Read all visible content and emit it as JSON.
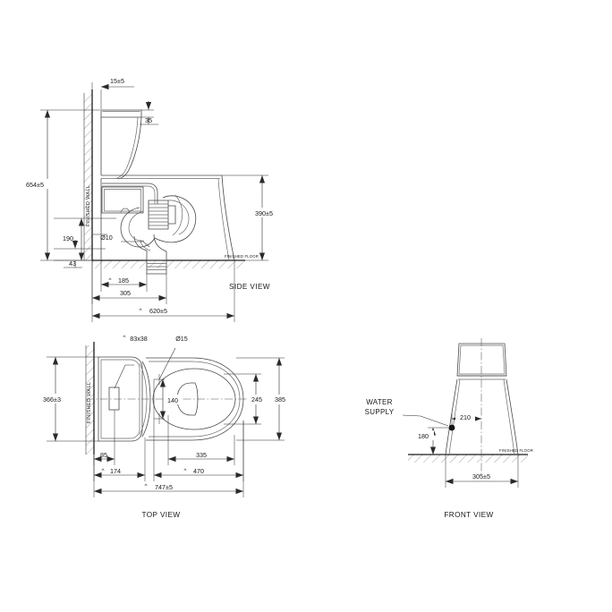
{
  "document": {
    "type": "technical-drawing",
    "subject": "one-piece toilet installation dimension drawing",
    "units": "mm"
  },
  "views": {
    "side": {
      "title": "SIDE VIEW",
      "wall_label": "FINISHED WALL",
      "floor_label": "FINISHED FLOOR",
      "dimensions": {
        "wall_to_tank_front": "15±5",
        "tank_lid_offset": "35",
        "total_height": "654±5",
        "seat_height": "390±5",
        "supply_height": "190",
        "floor_offset": "43",
        "hole_dia": "Ø10",
        "outlet_to_wall": "185",
        "trap_to_wall": "305",
        "overall_depth": "620±5"
      }
    },
    "top": {
      "title": "TOP VIEW",
      "wall_label": "FINISHED WALL",
      "dimensions": {
        "tank_width_dim": "366±3",
        "cutout": "83x38",
        "bolt_dia": "Ø15",
        "bolt_spacing": "140",
        "bowl_inner_width": "245",
        "bowl_outer_width": "385",
        "wall_to_bolt": "85",
        "wall_to_tank_edge": "174",
        "bowl_length_inner": "335",
        "bowl_length": "470",
        "overall_length": "747±5"
      }
    },
    "front": {
      "title": "FRONT VIEW",
      "floor_label": "FINISHED FLOOR",
      "note": "WATER\nSUPPLY",
      "note_line1": "WATER",
      "note_line2": "SUPPLY",
      "dimensions": {
        "supply_offset_x": "210",
        "supply_height": "180",
        "base_width": "305±5"
      }
    }
  },
  "symbols": {
    "diameter": "Ø",
    "plusminus": "±",
    "arrow_caret": "^"
  },
  "colors": {
    "line": "#2a2a2a",
    "object": "#4a4a4a",
    "background": "#ffffff"
  }
}
